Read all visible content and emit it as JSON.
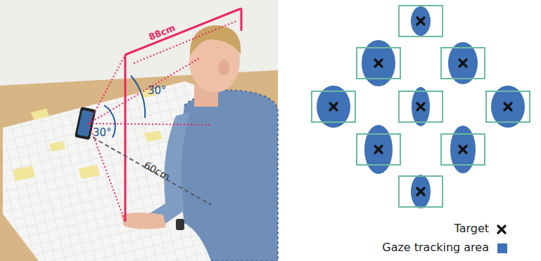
{
  "diagram": {
    "labels": [
      "88cm",
      "30°",
      "30°",
      "60cm"
    ],
    "legend": [
      {
        "text": "Target"
      },
      {
        "text": "Gaze tracking area",
        "color": "#3f72b6"
      }
    ]
  }
}
